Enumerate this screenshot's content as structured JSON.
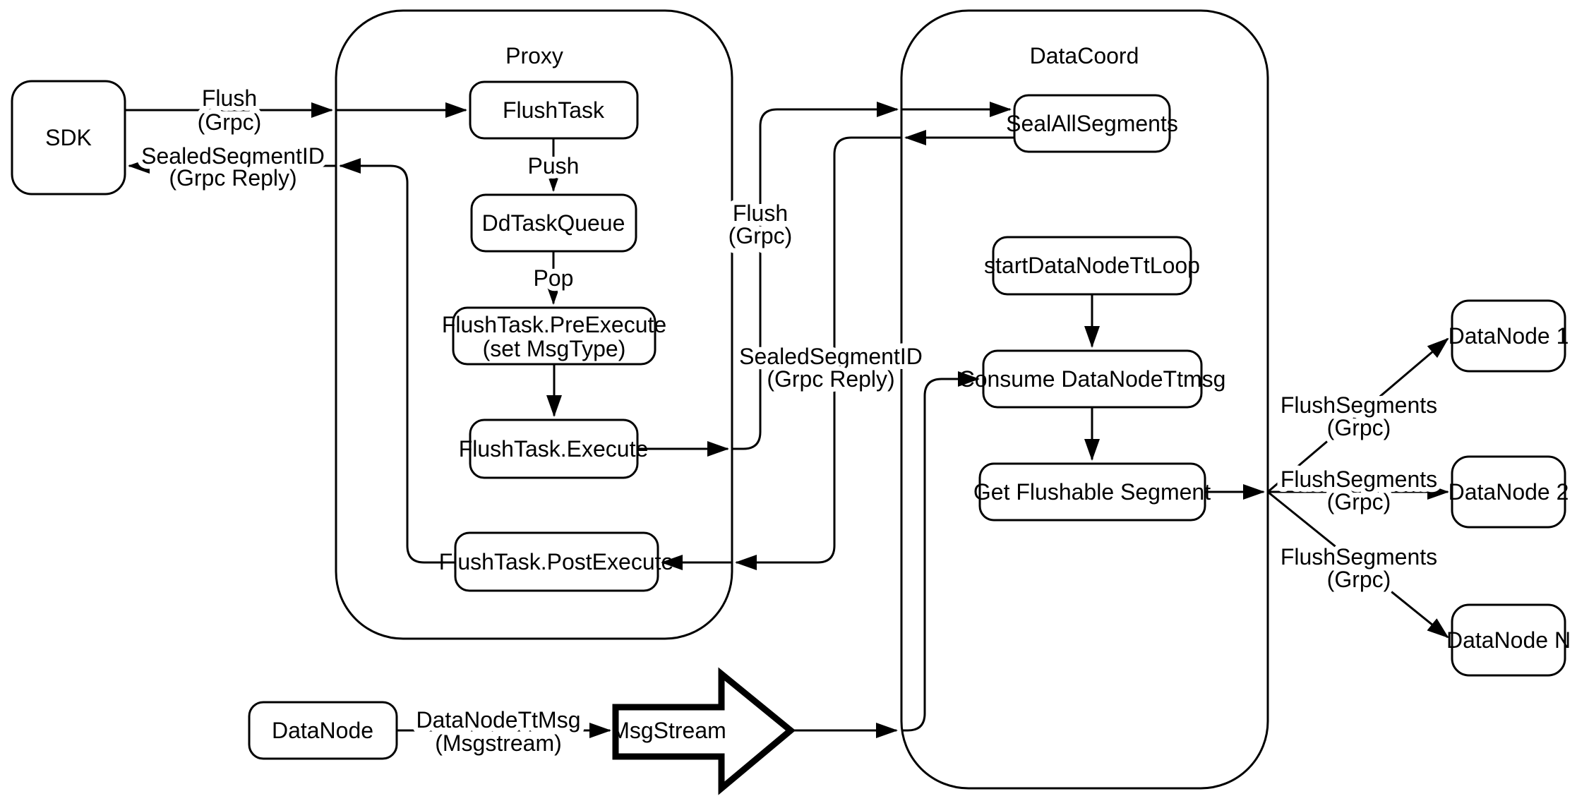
{
  "containers": {
    "proxy": "Proxy",
    "datacoord": "DataCoord"
  },
  "nodes": {
    "sdk": "SDK",
    "flush_task": "FlushTask",
    "dd_task_queue": "DdTaskQueue",
    "pre_execute_l1": "FlushTask.PreExecute",
    "pre_execute_l2": "(set MsgType)",
    "execute": "FlushTask.Execute",
    "post_execute": "FlushTask.PostExecute",
    "seal_all_segments": "SealAllSegments",
    "start_datanode_tt_loop": "startDataNodeTtLoop",
    "consume_datanode_ttmsg": "Consume DataNodeTtmsg",
    "get_flushable_segment": "Get Flushable Segment",
    "datanode_1": "DataNode 1",
    "datanode_2": "DataNode 2",
    "datanode_n": "DataNode N",
    "datanode": "DataNode",
    "msgstream": "MsgStream"
  },
  "labels": {
    "sdk_flush": {
      "l1": "Flush",
      "l2": "(Grpc)"
    },
    "sdk_reply": {
      "l1": "SealedSegmentID",
      "l2": "(Grpc Reply)"
    },
    "push": "Push",
    "pop": "Pop",
    "coord_flush": {
      "l1": "Flush",
      "l2": "(Grpc)"
    },
    "coord_reply": {
      "l1": "SealedSegmentID",
      "l2": "(Grpc Reply)"
    },
    "flush_segments_1": {
      "l1": "FlushSegments",
      "l2": "(Grpc)"
    },
    "flush_segments_2": {
      "l1": "FlushSegments",
      "l2": "(Grpc)"
    },
    "flush_segments_3": {
      "l1": "FlushSegments",
      "l2": "(Grpc)"
    },
    "datanode_ttmsg": {
      "l1": "DataNodeTtMsg",
      "l2": "(Msgstream)"
    }
  },
  "colors": {
    "stroke": "#000000",
    "background": "#ffffff"
  }
}
